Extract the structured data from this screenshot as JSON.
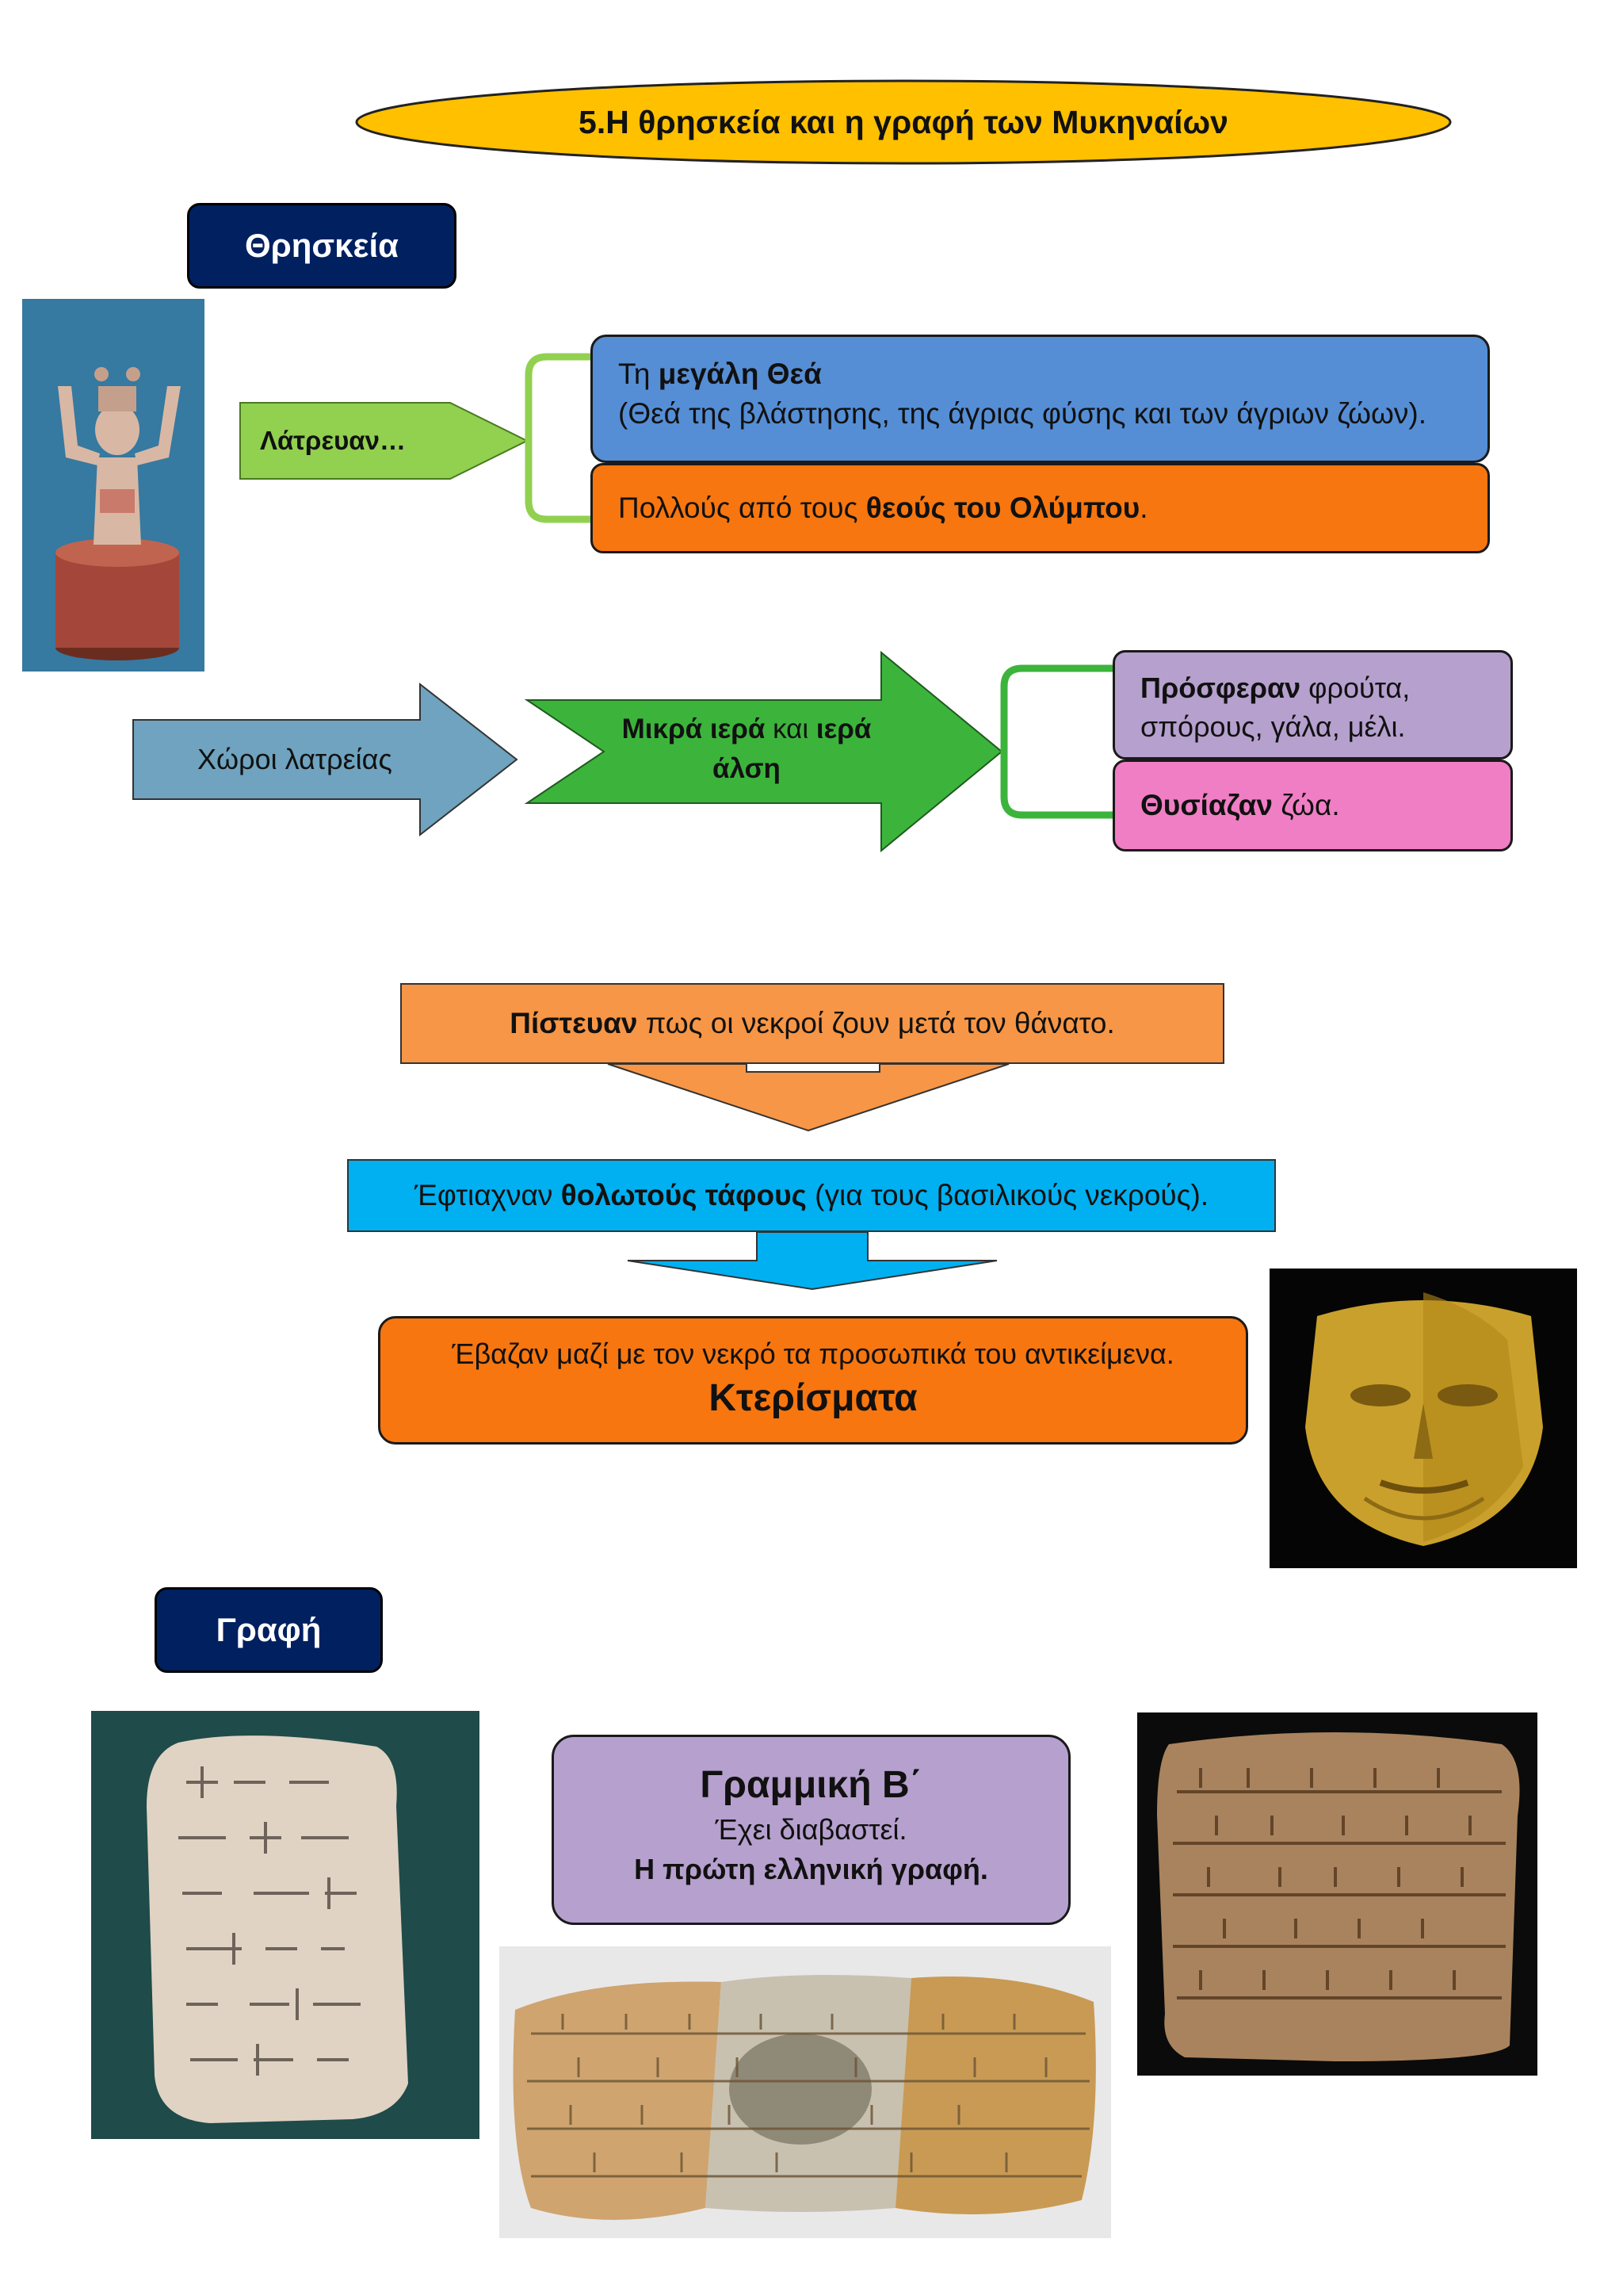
{
  "title": "5.Η θρησκεία και η γραφή των Μυκηναίων",
  "section_religion": "Θρησκεία",
  "section_writing": "Γραφή",
  "worship": {
    "arrow_label": "Λάτρευαν…",
    "goddess_pre": "Τη ",
    "goddess_bold": "μεγάλη Θεά",
    "goddess_desc": "(Θεά της βλάστησης, της άγριας φύσης και των άγριων ζώων).",
    "olympus_pre": "Πολλούς από τους ",
    "olympus_bold": "θεούς του Ολύμπου",
    "olympus_post": "."
  },
  "places": {
    "arrow_label": "Χώροι λατρείας",
    "sanctuary_bold1": "Μικρά ιερά",
    "sanctuary_mid": " και ",
    "sanctuary_bold2": "ιερά άλση",
    "offer_bold": "Πρόσφεραν",
    "offer_rest": " φρούτα, σπόρους, γάλα, μέλι.",
    "sacrifice_bold": "Θυσίαζαν",
    "sacrifice_rest": " ζώα."
  },
  "afterlife": {
    "belief_bold": "Πίστευαν",
    "belief_rest": " πως οι νεκροί ζουν μετά τον θάνατο.",
    "tombs_pre": "Έφτιαχναν ",
    "tombs_bold": "θολωτούς τάφους",
    "tombs_post": " (για τους βασιλικούς νεκρούς).",
    "goods_text": "Έβαζαν μαζί με τον νεκρό τα προσωπικά του αντικείμενα.",
    "goods_bold": "Κτερίσματα"
  },
  "linear_b": {
    "title": "Γραμμική Β΄",
    "line1": "Έχει διαβαστεί.",
    "line2": "Η πρώτη ελληνική γραφή."
  },
  "colors": {
    "title_fill": "#ffc000",
    "navy": "#002060",
    "light_green": "#92d050",
    "blue_box": "#558ed5",
    "orange": "#f7760f",
    "steel_blue": "#6fa3bf",
    "green_arrow": "#3cb43c",
    "lavender": "#b6a0ce",
    "pink": "#f07ec4",
    "light_orange": "#f79646",
    "cyan": "#00b0f0"
  }
}
